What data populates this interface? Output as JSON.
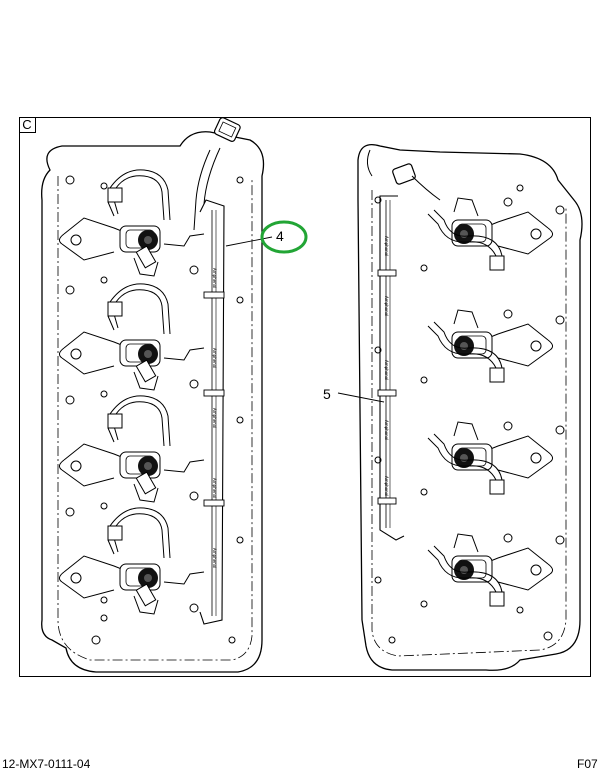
{
  "view_letter": "C",
  "callouts": {
    "left_label": "4",
    "right_label": "5"
  },
  "footer": {
    "document_id": "12-MX7-0111-04",
    "sheet": "F07"
  },
  "highlight_color": "#22a535",
  "icons": [
    "engine-cylinder-head-left",
    "engine-cylinder-head-right",
    "fuel-injector",
    "harness-rail"
  ]
}
